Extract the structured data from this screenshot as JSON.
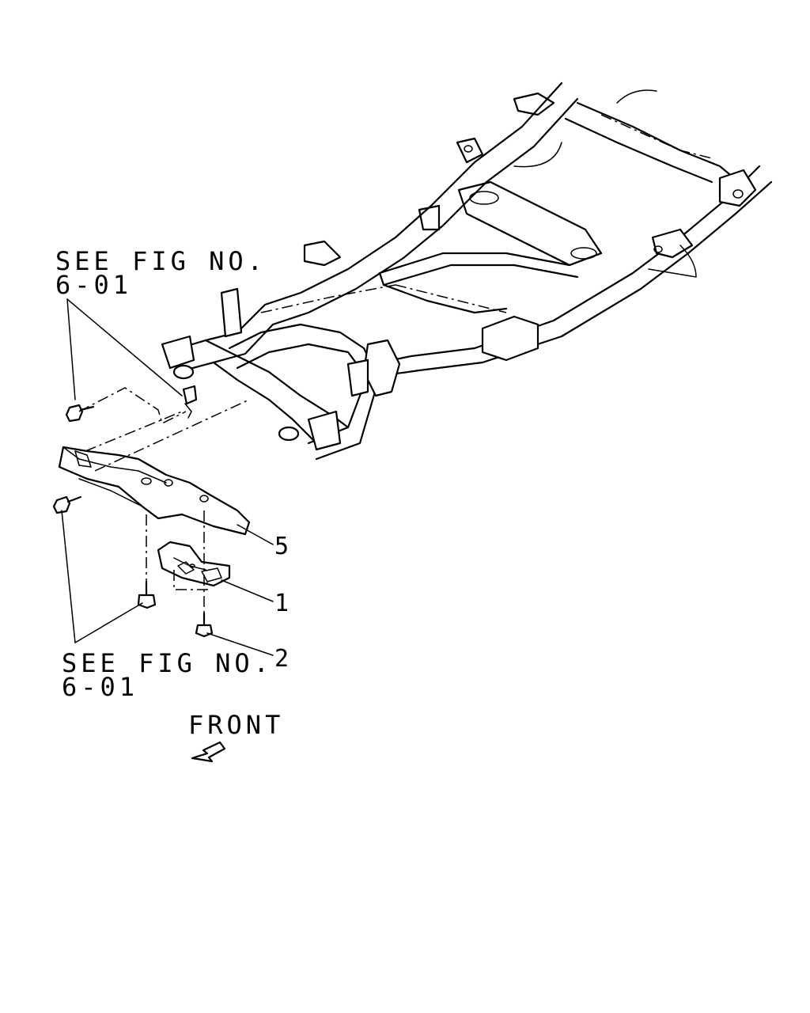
{
  "callouts": {
    "ref_top_line1": "SEE FIG NO.",
    "ref_top_line2": "6-01",
    "ref_bottom_line1": "SEE FIG NO.",
    "ref_bottom_line2": "6-01",
    "part_5": "5",
    "part_1": "1",
    "part_2": "2",
    "front_label": "FRONT"
  },
  "icons": {
    "front_arrow": "arrow-down-left-icon"
  }
}
